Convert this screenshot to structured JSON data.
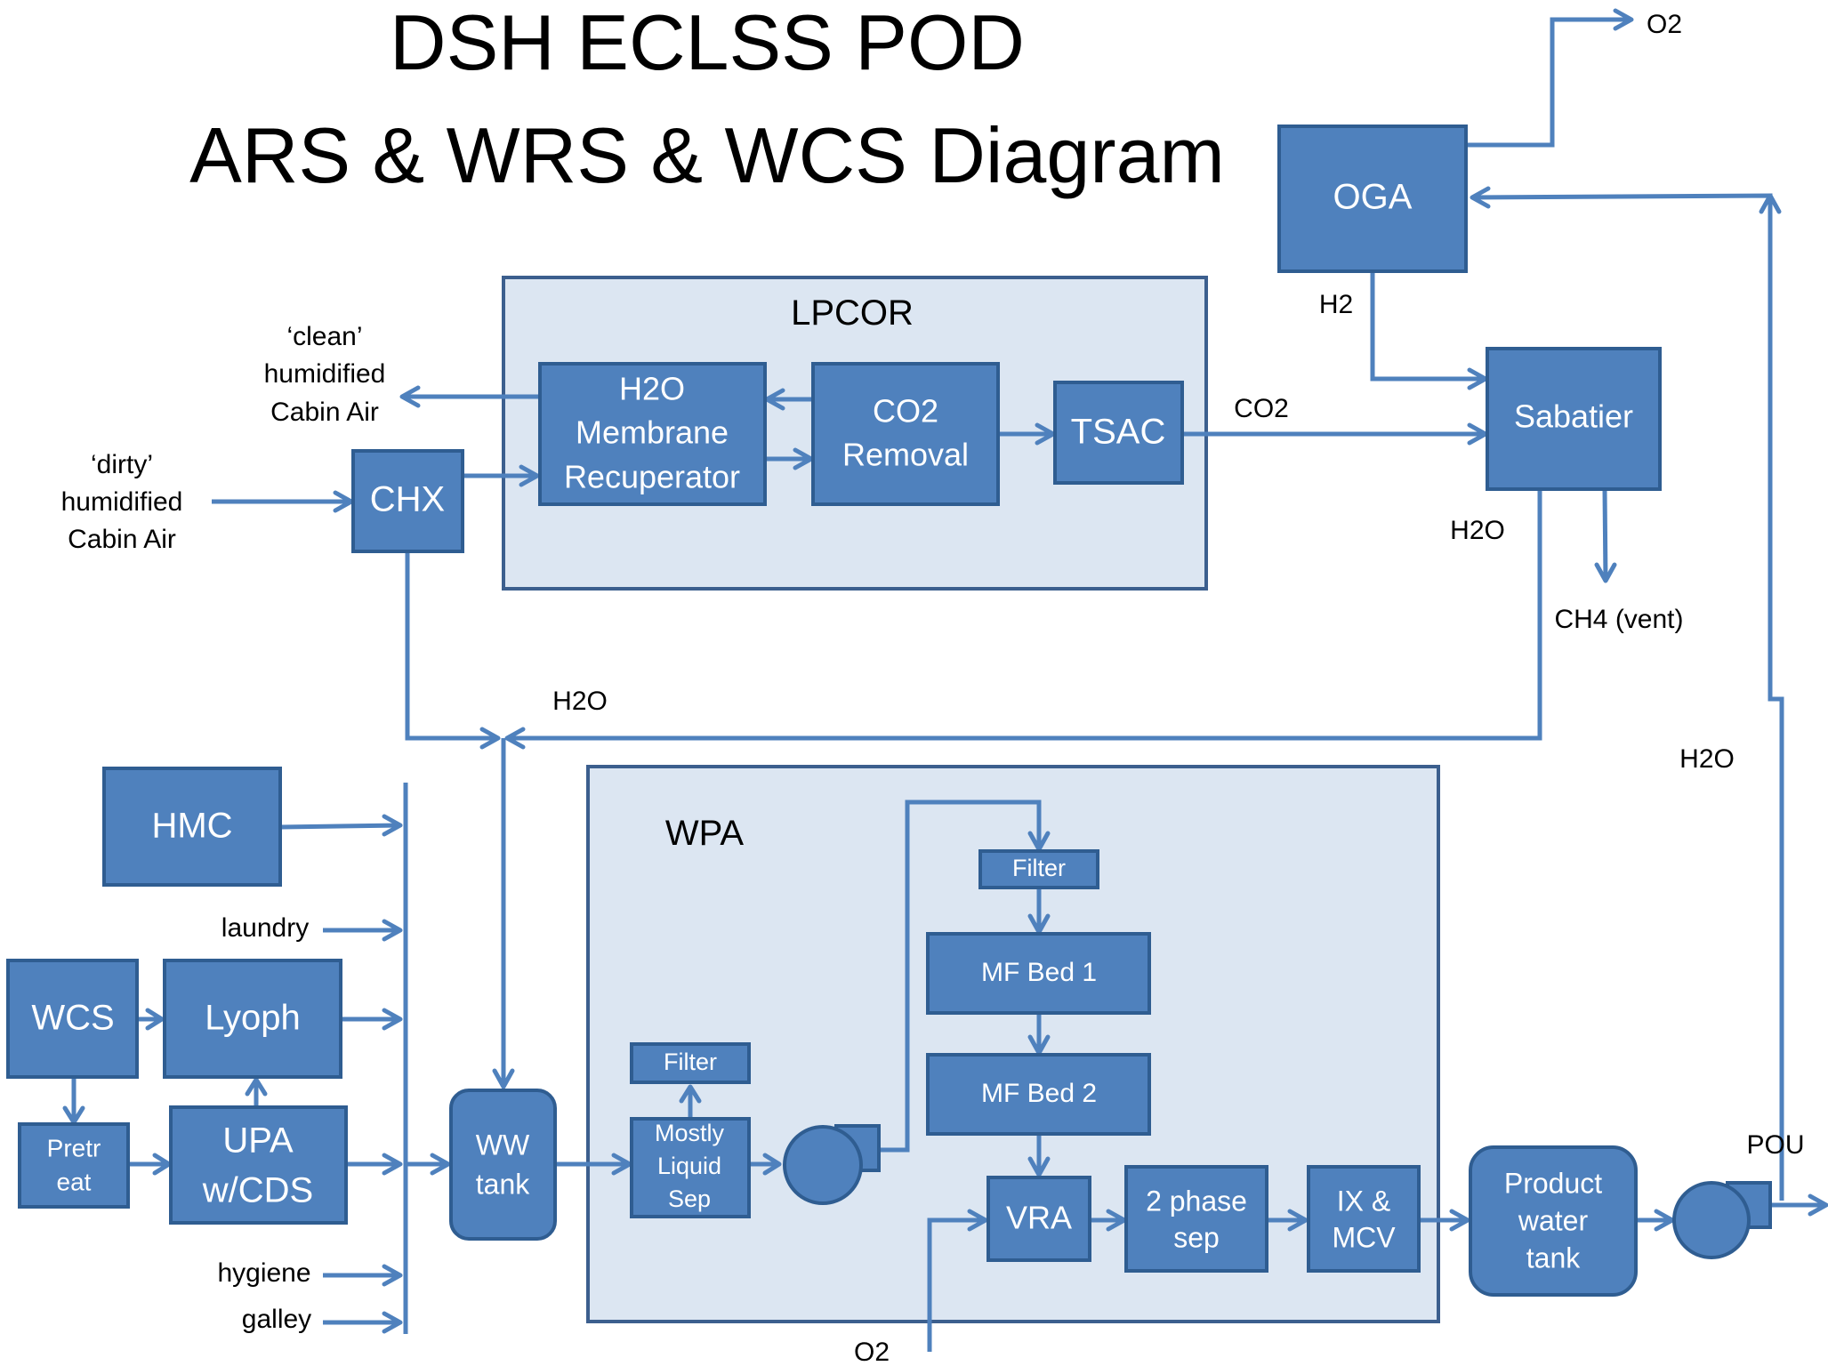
{
  "title": {
    "line1": "DSH ECLSS POD",
    "line2": "ARS & WRS & WCS Diagram"
  },
  "colors": {
    "box_fill": "#4f81bd",
    "region_fill": "#dce6f2",
    "line": "#4f81bd"
  },
  "regions": {
    "lpcor": "LPCOR",
    "wpa": "WPA"
  },
  "components": {
    "oga": "OGA",
    "sabatier": "Sabatier",
    "chx": "CHX",
    "h2o_membrane": [
      "H2O",
      "Membrane",
      "Recuperator"
    ],
    "co2_removal": [
      "CO2",
      "Removal"
    ],
    "tsac": "TSAC",
    "hmc": "HMC",
    "wcs": "WCS",
    "lyoph": "Lyoph",
    "pretreat": [
      "Pretr",
      "eat"
    ],
    "upa": [
      "UPA",
      "w/CDS"
    ],
    "ww_tank": [
      "WW",
      "tank"
    ],
    "filter_small": "Filter",
    "mostly_liquid_sep": [
      "Mostly",
      "Liquid",
      "Sep"
    ],
    "filter_top": "Filter",
    "mf_bed_1": "MF Bed 1",
    "mf_bed_2": "MF Bed 2",
    "vra": "VRA",
    "two_phase_sep": [
      "2 phase",
      "sep"
    ],
    "ix_mcv": [
      "IX &",
      "MCV"
    ],
    "product_water_tank": [
      "Product",
      "water",
      "tank"
    ]
  },
  "flow_labels": {
    "o2_top": "O2",
    "h2_oga": "H2",
    "co2": "CO2",
    "h2o_sabatier": "H2O",
    "ch4_vent": "CH4 (vent)",
    "h2o_collect": "H2O",
    "h2o_return": "H2O",
    "pou": "POU",
    "o2_bottom": "O2",
    "clean_air": [
      "‘clean’",
      "humidified",
      "Cabin Air"
    ],
    "dirty_air": [
      "‘dirty’",
      "humidified",
      "Cabin Air"
    ],
    "laundry": "laundry",
    "hygiene": "hygiene",
    "galley": "galley"
  }
}
